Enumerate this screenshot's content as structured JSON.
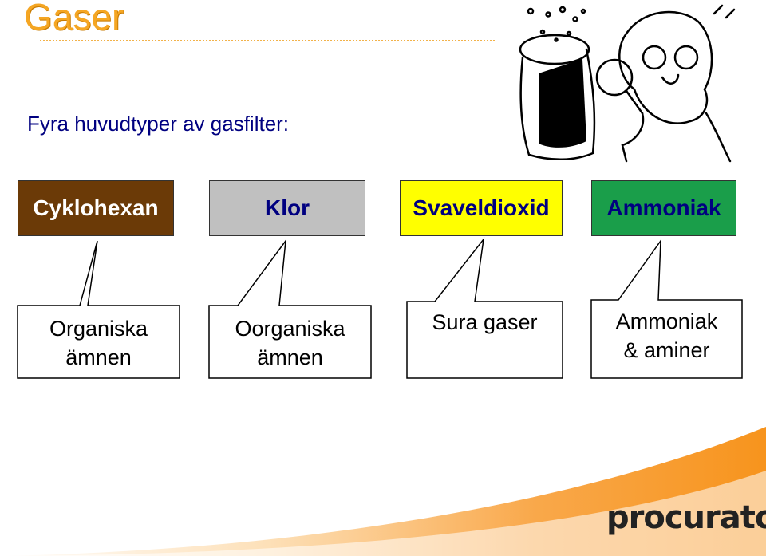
{
  "slide": {
    "title": "Gaser",
    "subtitle": "Fyra huvudtyper av gasfilter:",
    "logo": "procurator"
  },
  "colors": {
    "title": "#f5a623",
    "subtitle": "#000080",
    "accent_orange": "#f7941d"
  },
  "filters": [
    {
      "name": "Cyklohexan",
      "color": "#6b3a07",
      "text_color": "#ffffff",
      "description_lines": [
        "Organiska",
        "ämnen"
      ]
    },
    {
      "name": "Klor",
      "color": "#c0c0c0",
      "text_color": "#000080",
      "description_lines": [
        "Oorganiska",
        "ämnen"
      ]
    },
    {
      "name": "Svaveldioxid",
      "color": "#ffff00",
      "text_color": "#000080",
      "description_lines": [
        "Sura gaser"
      ]
    },
    {
      "name": "Ammoniak",
      "color": "#1a9e4a",
      "text_color": "#000080",
      "description_lines": [
        "Ammoniak",
        "& aminer"
      ]
    }
  ],
  "illustration": {
    "icon": "gas-filter-sniffing-cartoon-icon"
  }
}
